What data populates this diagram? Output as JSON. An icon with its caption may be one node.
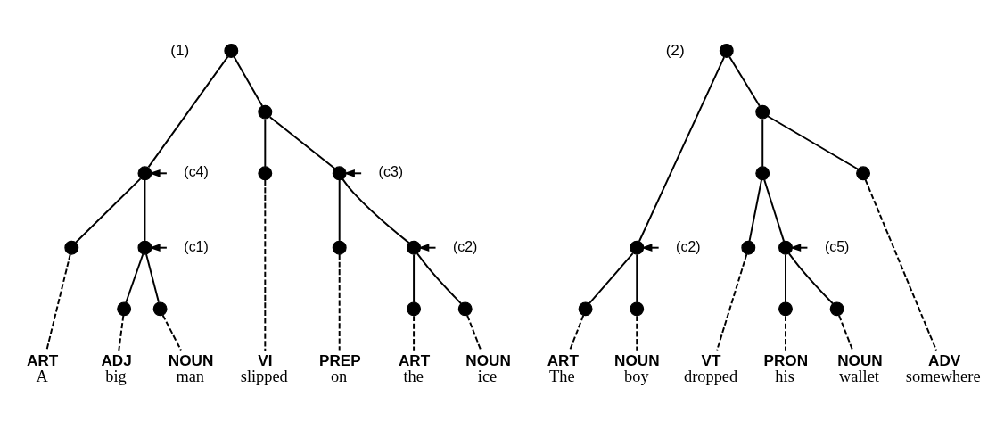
{
  "diagram": {
    "nodes": [
      {
        "text": [],
        "shape": "circle"
      },
      {
        "text": [],
        "shape": "circle"
      },
      {
        "text": [],
        "shape": "circle"
      },
      {
        "text": [],
        "shape": "circle"
      },
      {
        "text": [],
        "shape": "circle"
      },
      {
        "text": [],
        "shape": "circle"
      },
      {
        "text": [],
        "shape": "circle"
      },
      {
        "text": [],
        "shape": "circle"
      },
      {
        "text": [],
        "shape": "circle"
      },
      {
        "text": [],
        "shape": "circle"
      },
      {
        "text": [],
        "shape": "circle"
      },
      {
        "text": [],
        "shape": "circle"
      },
      {
        "text": [],
        "shape": "circle"
      },
      {
        "text": [
          "(c4)"
        ]
      },
      {
        "text": [
          "(c1)"
        ]
      },
      {
        "text": [
          "(c3)"
        ]
      },
      {
        "text": [
          "(c2)"
        ]
      },
      {
        "text": [
          "ART",
          "A"
        ]
      },
      {
        "text": [
          "ADJ",
          "big"
        ]
      },
      {
        "text": [
          "NOUN",
          "man"
        ]
      },
      {
        "text": [
          "VI",
          "slipped"
        ]
      },
      {
        "text": [
          "PREP",
          "on"
        ]
      },
      {
        "text": [
          "ART",
          "the"
        ]
      },
      {
        "text": [
          "NOUN",
          "ice"
        ]
      },
      {
        "text": [],
        "shape": "circle"
      },
      {
        "text": [],
        "shape": "circle"
      },
      {
        "text": [],
        "shape": "circle"
      },
      {
        "text": [],
        "shape": "circle"
      },
      {
        "text": [],
        "shape": "circle"
      },
      {
        "text": [],
        "shape": "circle"
      },
      {
        "text": [],
        "shape": "circle"
      },
      {
        "text": [],
        "shape": "circle"
      },
      {
        "text": [],
        "shape": "circle"
      },
      {
        "text": [],
        "shape": "circle"
      },
      {
        "text": [],
        "shape": "circle"
      },
      {
        "text": [
          "(c2)"
        ]
      },
      {
        "text": [
          "(c5)"
        ]
      },
      {
        "text": [
          "ART",
          "The"
        ]
      },
      {
        "text": [
          "NOUN",
          "boy"
        ]
      },
      {
        "text": [
          "VT",
          "dropped"
        ]
      },
      {
        "text": [
          "PRON",
          "his"
        ]
      },
      {
        "text": [
          "NOUN",
          "wallet"
        ]
      },
      {
        "text": [
          "ADV",
          "somewhere"
        ]
      }
    ],
    "edges": [
      {
        "from": 0,
        "to": 1,
        "arrow": "none"
      },
      {
        "from": 0,
        "to": 2,
        "arrow": "none"
      },
      {
        "from": 1,
        "to": 3,
        "arrow": "none"
      },
      {
        "from": 1,
        "to": 4,
        "arrow": "none"
      },
      {
        "from": 2,
        "to": 5,
        "arrow": "none"
      },
      {
        "from": 2,
        "to": 6,
        "arrow": "none"
      },
      {
        "from": 4,
        "to": 7,
        "arrow": "none"
      },
      {
        "from": 4,
        "to": 8,
        "arrow": "none"
      },
      {
        "from": 6,
        "to": 9,
        "arrow": "none"
      },
      {
        "from": 6,
        "to": 10,
        "arrow": "none"
      },
      {
        "from": 10,
        "to": 11,
        "arrow": "none"
      },
      {
        "from": 10,
        "to": 12,
        "arrow": "none"
      },
      {
        "from": 13,
        "to": 1,
        "arrow": "to"
      },
      {
        "from": 14,
        "to": 4,
        "arrow": "to"
      },
      {
        "from": 15,
        "to": 6,
        "arrow": "to"
      },
      {
        "from": 16,
        "to": 10,
        "arrow": "to"
      },
      {
        "from": 3,
        "to": 17,
        "arrow": "none",
        "style": "dashed"
      },
      {
        "from": 7,
        "to": 18,
        "arrow": "none",
        "style": "dashed"
      },
      {
        "from": 8,
        "to": 19,
        "arrow": "none",
        "style": "dashed"
      },
      {
        "from": 5,
        "to": 20,
        "arrow": "none",
        "style": "dashed"
      },
      {
        "from": 9,
        "to": 21,
        "arrow": "none",
        "style": "dashed"
      },
      {
        "from": 11,
        "to": 22,
        "arrow": "none",
        "style": "dashed"
      },
      {
        "from": 12,
        "to": 23,
        "arrow": "none",
        "style": "dashed"
      },
      {
        "from": 24,
        "to": 25,
        "arrow": "none"
      },
      {
        "from": 24,
        "to": 26,
        "arrow": "none"
      },
      {
        "from": 25,
        "to": 27,
        "arrow": "none"
      },
      {
        "from": 25,
        "to": 28,
        "arrow": "none"
      },
      {
        "from": 26,
        "to": 29,
        "arrow": "none"
      },
      {
        "from": 26,
        "to": 30,
        "arrow": "none"
      },
      {
        "from": 29,
        "to": 31,
        "arrow": "none"
      },
      {
        "from": 29,
        "to": 32,
        "arrow": "none"
      },
      {
        "from": 32,
        "to": 33,
        "arrow": "none"
      },
      {
        "from": 32,
        "to": 34,
        "arrow": "none"
      },
      {
        "from": 35,
        "to": 25,
        "arrow": "to"
      },
      {
        "from": 36,
        "to": 32,
        "arrow": "to"
      },
      {
        "from": 27,
        "to": 37,
        "arrow": "none",
        "style": "dashed"
      },
      {
        "from": 28,
        "to": 38,
        "arrow": "none",
        "style": "dashed"
      },
      {
        "from": 31,
        "to": 39,
        "arrow": "none",
        "style": "dashed"
      },
      {
        "from": 33,
        "to": 40,
        "arrow": "none",
        "style": "dashed"
      },
      {
        "from": 34,
        "to": 41,
        "arrow": "none",
        "style": "dashed"
      },
      {
        "from": 30,
        "to": 42,
        "arrow": "none",
        "style": "dashed"
      }
    ],
    "labels": [
      "(1)",
      "(2)"
    ]
  }
}
